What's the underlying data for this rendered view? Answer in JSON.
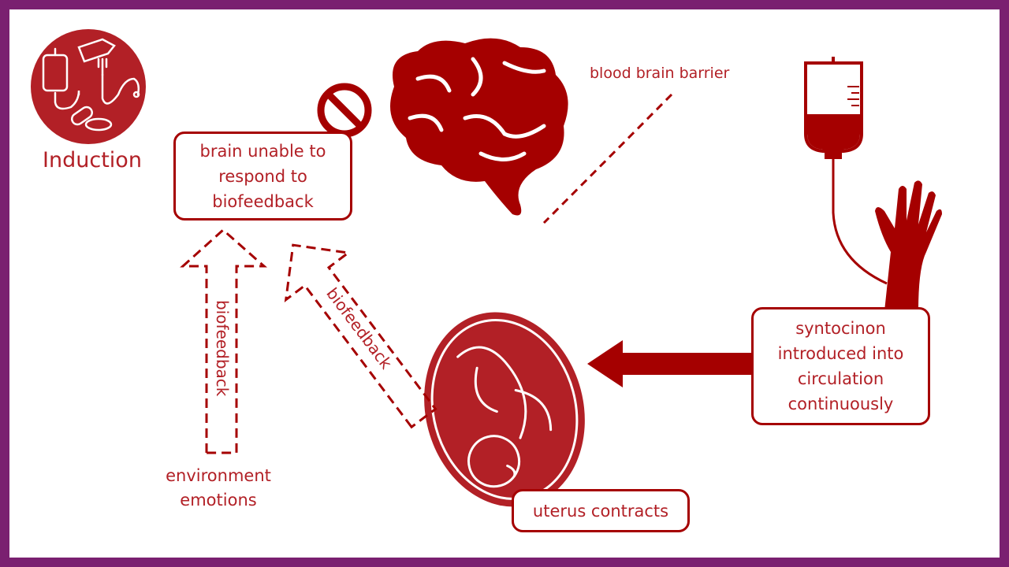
{
  "title": "Induction",
  "boxes": {
    "brain_box": [
      "brain unable to",
      "respond to",
      "biofeedback"
    ],
    "syntocinon_box": [
      "syntocinon",
      "introduced into",
      "circulation",
      "continuously"
    ],
    "uterus_box": "uterus contracts"
  },
  "labels": {
    "blood_brain_barrier": "blood brain barrier",
    "biofeedback_vertical": "biofeedback",
    "biofeedback_diagonal": "biofeedback",
    "environment": "environment",
    "emotions": "emotions"
  },
  "colors": {
    "frame": "#7a2070",
    "accent": "#b22026",
    "dark_red": "#a50000"
  }
}
